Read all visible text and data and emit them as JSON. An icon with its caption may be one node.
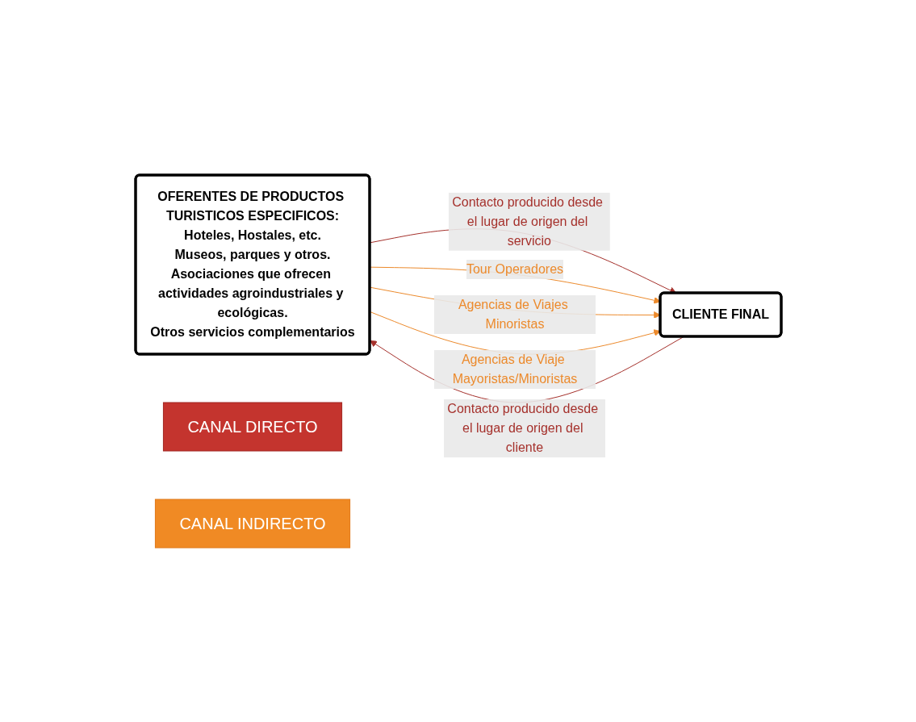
{
  "diagram": {
    "nodes": [
      {
        "text": [
          "OFERENTES DE PRODUCTOS TURISTICOS ESPECIFICOS:",
          "Hoteles, Hostales, etc.",
          "Museos, parques y otros.",
          "Asociaciones que ofrecen actividades agroindustriales y ecológicas.",
          "Otros servicios complementarios"
        ]
      },
      {
        "text": [
          "CANAL DIRECTO"
        ]
      },
      {
        "text": [
          "CANAL INDIRECTO"
        ]
      },
      {
        "text": [
          "CLIENTE FINAL"
        ]
      }
    ],
    "edges": [
      {
        "from": 0,
        "to": 3,
        "arrow": "to",
        "label": "Contacto producido desde el lugar de origen del servicio",
        "color": "#a5312c"
      },
      {
        "from": 3,
        "to": 0,
        "arrow": "to",
        "label": "Contacto producido desde el lugar de origen del cliente",
        "color": "#a5312c"
      },
      {
        "from": 0,
        "to": 3,
        "arrow": "to",
        "label": "Tour Operadores"
      },
      {
        "from": 0,
        "to": 3,
        "arrow": "to",
        "label": "Agencias de Viajes Minoristas"
      },
      {
        "from": 0,
        "to": 3,
        "arrow": "to",
        "label": "Agencias de Viaje Mayoristas/Minoristas"
      }
    ]
  }
}
